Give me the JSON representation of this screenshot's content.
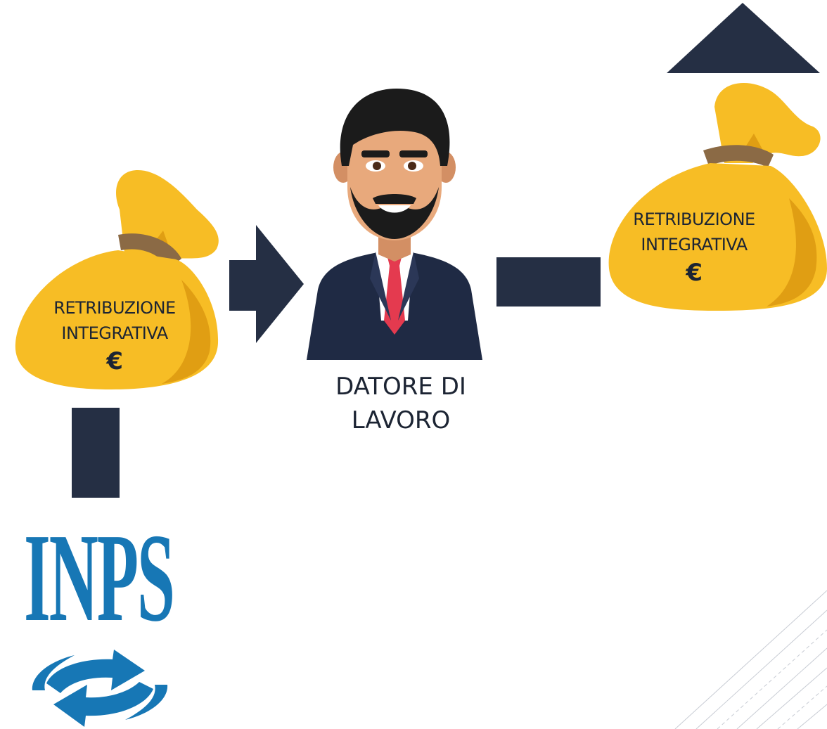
{
  "colors": {
    "arrow": "#252f44",
    "bag": "#f7bd25",
    "bag_dark": "#e09e13",
    "tie": "#8b6a45",
    "inps_blue": "#1777b5",
    "suit": "#1f2a44"
  },
  "left_bag": {
    "line1": "RETRIBUZIONE",
    "line2": "INTEGRATIVA",
    "currency": "€"
  },
  "right_bag": {
    "line1": "RETRIBUZIONE",
    "line2": "INTEGRATIVA",
    "currency": "€"
  },
  "employer": {
    "line1": "DATORE DI",
    "line2": "LAVORO"
  },
  "inps": {
    "name": "INPS"
  },
  "icons": [
    "money-bag-icon",
    "arrow-right-icon",
    "arrow-up-icon",
    "businessman-icon",
    "inps-logo",
    "inps-cycle-icon"
  ]
}
